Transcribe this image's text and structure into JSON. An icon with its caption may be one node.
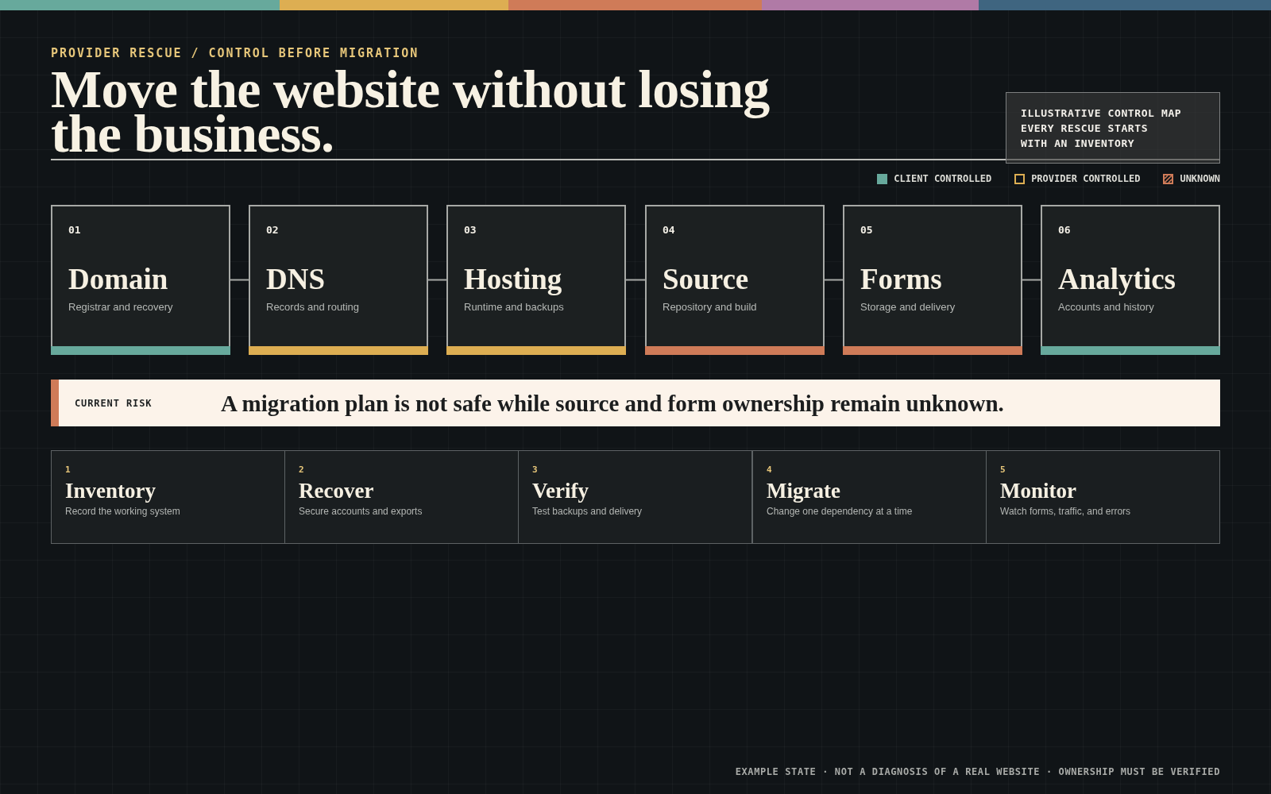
{
  "diagram": {
    "title": "Move the website without losing the business.",
    "caption": "EXAMPLE STATE · NOT A DIAGNOSIS OF A REAL WEBSITE · OWNERSHIP MUST BE VERIFIED",
    "nodes": [
      {
        "text": [
          "ILLUSTRATIVE CONTROL MAP",
          "EVERY RESCUE STARTS WITH AN INVENTORY"
        ]
      },
      {
        "text": [
          "01",
          "Domain",
          "Registrar and recovery"
        ]
      },
      {
        "text": [
          "02",
          "DNS",
          "Records and routing"
        ]
      },
      {
        "text": [
          "03",
          "Hosting",
          "Runtime and backups"
        ]
      },
      {
        "text": [
          "04",
          "Source",
          "Repository and build"
        ]
      },
      {
        "text": [
          "05",
          "Forms",
          "Storage and delivery"
        ]
      },
      {
        "text": [
          "06",
          "Analytics",
          "Accounts and history"
        ]
      },
      {
        "text": [
          "CURRENT RISK",
          "A migration plan is not safe while source and form ownership remain unknown."
        ]
      },
      {
        "text": [
          "1",
          "Inventory",
          "Record the working system"
        ]
      },
      {
        "text": [
          "2",
          "Recover",
          "Secure accounts and exports"
        ]
      },
      {
        "text": [
          "3",
          "Verify",
          "Test backups and delivery"
        ]
      },
      {
        "text": [
          "4",
          "Migrate",
          "Change one dependency at a time"
        ]
      },
      {
        "text": [
          "5",
          "Monitor",
          "Watch forms, traffic, and errors"
        ]
      }
    ],
    "edges": [
      {
        "from": 1,
        "to": 2,
        "arrow": "none"
      },
      {
        "from": 2,
        "to": 3,
        "arrow": "none"
      },
      {
        "from": 3,
        "to": 4,
        "arrow": "none"
      },
      {
        "from": 4,
        "to": 5,
        "arrow": "none"
      },
      {
        "from": 5,
        "to": 6,
        "arrow": "none"
      }
    ],
    "labels": [
      "PROVIDER RESCUE / CONTROL BEFORE MIGRATION"
    ],
    "legend": [
      {
        "text": "CLIENT CONTROLLED",
        "color": "#67a99c"
      },
      {
        "text": "PROVIDER CONTROLLED",
        "color": "#ddae52"
      },
      {
        "text": "UNKNOWN",
        "color": "#cf7b58"
      }
    ]
  }
}
